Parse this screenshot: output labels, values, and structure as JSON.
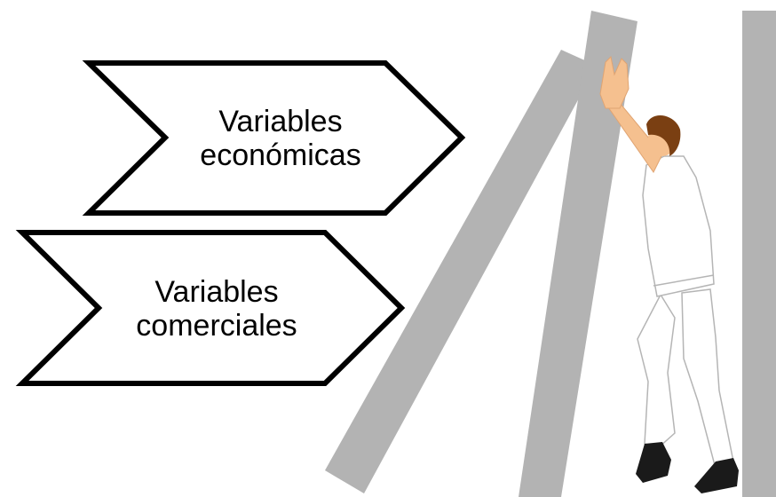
{
  "arrows": [
    {
      "line1": "Variables",
      "line2": "económicas"
    },
    {
      "line1": "Variables",
      "line2": "comerciales"
    }
  ],
  "colors": {
    "background": "#ffffff",
    "arrow_fill": "#ffffff",
    "arrow_stroke": "#000000",
    "pillar": "#b3b3b3",
    "skin": "#f5c08f",
    "hair": "#7a3f12",
    "clothes": "#ffffff",
    "clothes_stroke": "#b5b5b5",
    "boots": "#1a1a1a"
  },
  "icons": {
    "figure": "person-pushing-icon"
  }
}
